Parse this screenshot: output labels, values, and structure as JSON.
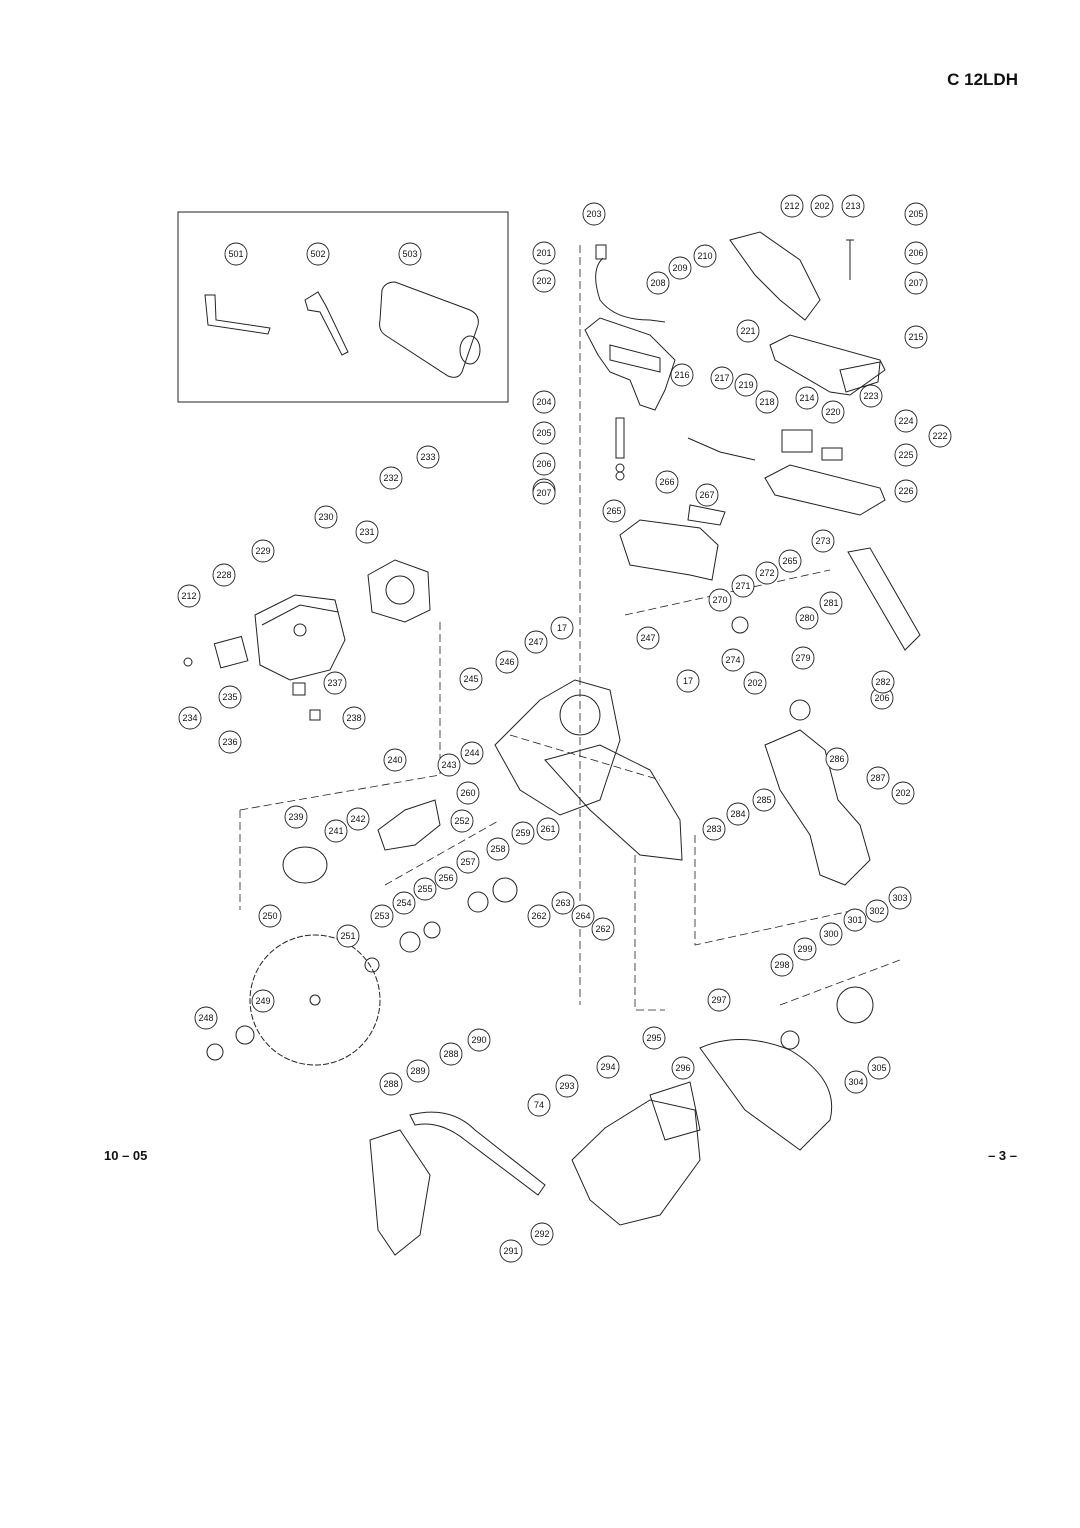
{
  "header": {
    "model": "C 12LDH"
  },
  "footer": {
    "date_code": "10 – 05",
    "page": "– 3 –"
  },
  "callouts": {
    "accessory_box": [
      "501",
      "502",
      "503"
    ],
    "handle_group": [
      "203",
      "212",
      "202",
      "213",
      "205",
      "201",
      "210",
      "206",
      "202",
      "209",
      "208",
      "207",
      "214",
      "221",
      "215",
      "216",
      "217",
      "219",
      "214",
      "223",
      "204",
      "218",
      "220",
      "224",
      "222",
      "205",
      "206",
      "225",
      "207",
      "226"
    ],
    "motor_group": [
      "233",
      "232",
      "230",
      "231",
      "229",
      "228",
      "212",
      "235",
      "237",
      "234",
      "238",
      "236"
    ],
    "center_group": [
      "266",
      "267",
      "265",
      "273",
      "265",
      "272",
      "271",
      "270",
      "281",
      "280",
      "247",
      "17",
      "247",
      "246",
      "274",
      "279",
      "245",
      "17",
      "202",
      "206",
      "282",
      "286",
      "287",
      "202",
      "284",
      "285",
      "283",
      "243",
      "244",
      "240",
      "260",
      "261",
      "259",
      "252",
      "258",
      "239",
      "242",
      "241",
      "257",
      "256",
      "255",
      "254",
      "253",
      "262",
      "263",
      "264",
      "262"
    ],
    "blade_group": [
      "250",
      "251",
      "249",
      "248"
    ],
    "guard_group": [
      "303",
      "302",
      "301",
      "300",
      "299",
      "298",
      "297",
      "295",
      "305",
      "304",
      "296",
      "294",
      "290",
      "288",
      "289",
      "288",
      "293",
      "74",
      "292",
      "291"
    ]
  }
}
